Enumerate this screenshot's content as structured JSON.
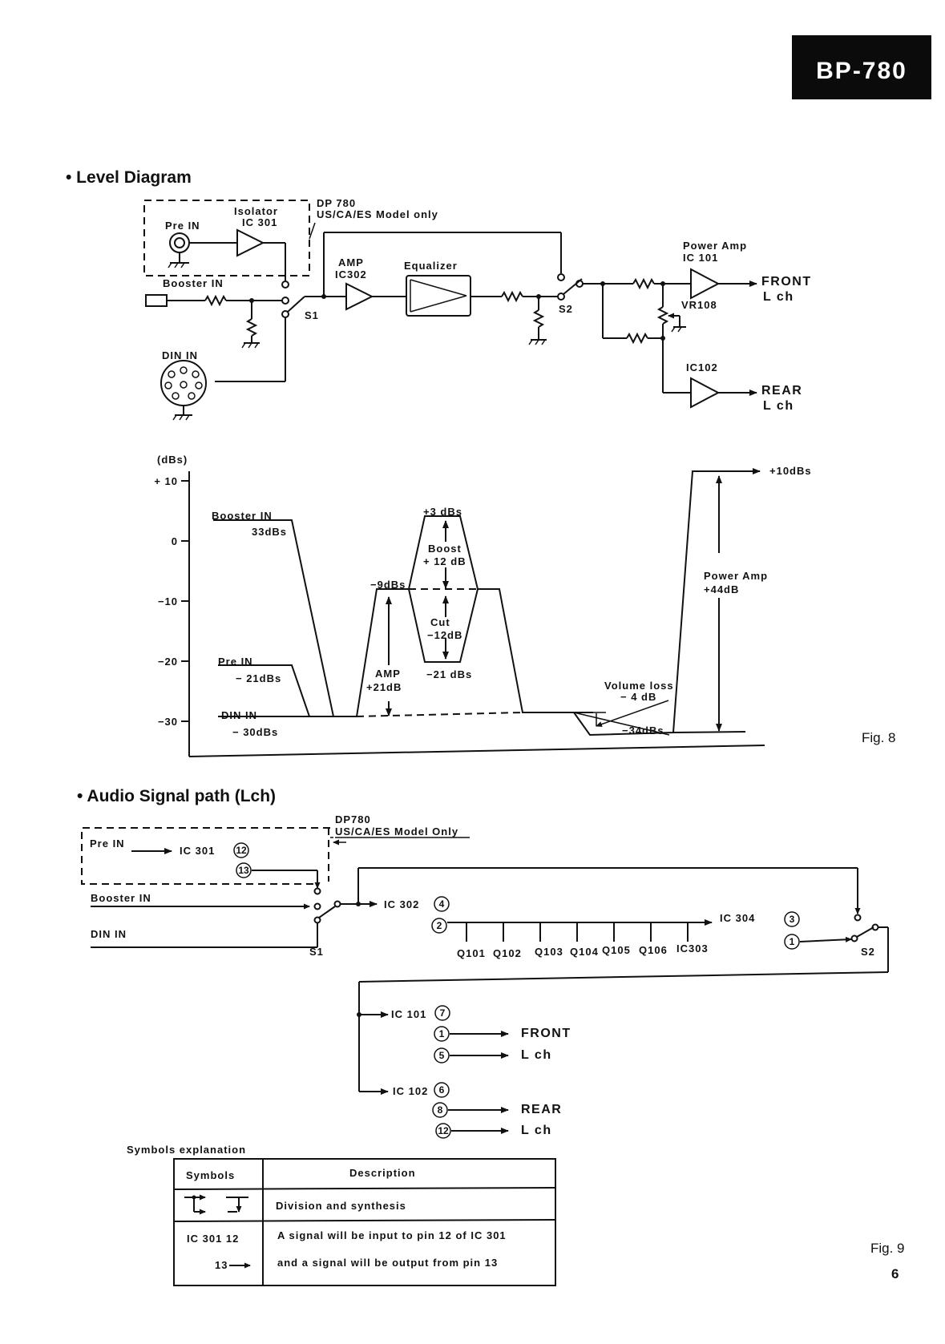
{
  "header": {
    "badge": "BP-780",
    "page_number": "6"
  },
  "level_diagram": {
    "heading": "• Level Diagram",
    "fig_label": "Fig. 8",
    "schematic": {
      "model_note_1": "DP 780",
      "model_note_2": "US/CA/ES  Model  only",
      "isolator_1": "Isolator",
      "isolator_2": "IC 301",
      "pre_in": "Pre IN",
      "booster_in": "Booster  IN",
      "din_in": "DIN  IN",
      "s1": "S1",
      "amp_1": "AMP",
      "amp_2": "IC302",
      "equalizer": "Equalizer",
      "s2": "S2",
      "power_amp_1": "Power  Amp",
      "power_amp_2": "IC 101",
      "vr": "VR108",
      "ic102": "IC102",
      "front_1": "FRONT",
      "front_2": "L ch",
      "rear_1": "REAR",
      "rear_2": "L ch"
    },
    "graph": {
      "unit": "(dBs)",
      "ticks": [
        "+ 10",
        "0",
        "−10",
        "−20",
        "−30"
      ],
      "booster_1": "Booster  IN",
      "booster_2": "33dBs",
      "pre_1": "Pre  IN",
      "pre_2": "− 21dBs",
      "din_1": "DIN  IN",
      "din_2": "− 30dBs",
      "m9": "−9dBs",
      "amp_1": "AMP",
      "amp_2": "+21dB",
      "p3": "+3 dBs",
      "boost_1": "Boost",
      "boost_2": "+ 12 dB",
      "cut_1": "Cut",
      "cut_2": "−12dB",
      "m21": "−21 dBs",
      "vol_1": "Volume  loss",
      "vol_2": "− 4 dB",
      "m34": "−34dBs",
      "pa_1": "Power  Amp",
      "pa_2": "+44dB",
      "p10": "+10dBs"
    }
  },
  "signal_path": {
    "heading": "• Audio Signal path (Lch)",
    "fig_label": "Fig. 9",
    "model_note_1": "DP780",
    "model_note_2": "US/CA/ES  Model  Only",
    "pre_in": "Pre  IN",
    "ic301": "IC 301",
    "booster_in": "Booster  IN",
    "din_in": "DIN  IN",
    "s1": "S1",
    "ic302": "IC 302",
    "ic304": "IC 304",
    "s2": "S2",
    "q_labels": [
      "Q101",
      "Q102",
      "Q103",
      "Q104",
      "Q105",
      "Q106",
      "IC303"
    ],
    "ic101": "IC 101",
    "ic102": "IC 102",
    "front": "FRONT",
    "front_ch": "L  ch",
    "rear": "REAR",
    "rear_ch": "L  ch",
    "pins": {
      "p12": "12",
      "p13": "13",
      "p4": "4",
      "p2": "2",
      "p3": "3",
      "p1a": "1",
      "p7": "7",
      "p1b": "1",
      "p5": "5",
      "p6": "6",
      "p8": "8",
      "p12b": "12"
    }
  },
  "symbols": {
    "caption": "Symbols     explanation",
    "col_symbols": "Symbols",
    "col_description": "Description",
    "row1_description": "Division    and    synthesis",
    "row2_sym_1": "IC 301   12",
    "row2_sym_2": "13",
    "row2_desc_1": "A  signal  will  be  input  to  pin   12  of  IC 301",
    "row2_desc_2": "and  a  signal  will  be  output  from  pin  13"
  }
}
